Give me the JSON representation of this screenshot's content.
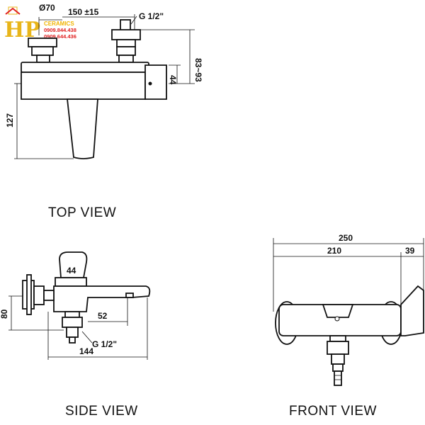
{
  "logo": {
    "letters": "HP",
    "brand": "CERAMICS",
    "phones": [
      "0909.844.438",
      "0909.644.436"
    ],
    "colors": {
      "gold": "#e8b51a",
      "red": "#e02020"
    }
  },
  "top_view": {
    "title": "TOP VIEW",
    "dims": {
      "diameter": "Ø70",
      "spacing": "150 ±15",
      "thread": "G 1/2\"",
      "range": "83~93",
      "depth": "44",
      "total": "127"
    }
  },
  "side_view": {
    "title": "SIDE VIEW",
    "dims": {
      "handle": "44",
      "spout": "52",
      "height": "80",
      "thread": "G 1/2\"",
      "length": "144"
    }
  },
  "front_view": {
    "title": "FRONT VIEW",
    "dims": {
      "overall": "250",
      "body": "210",
      "handle": "39"
    }
  }
}
